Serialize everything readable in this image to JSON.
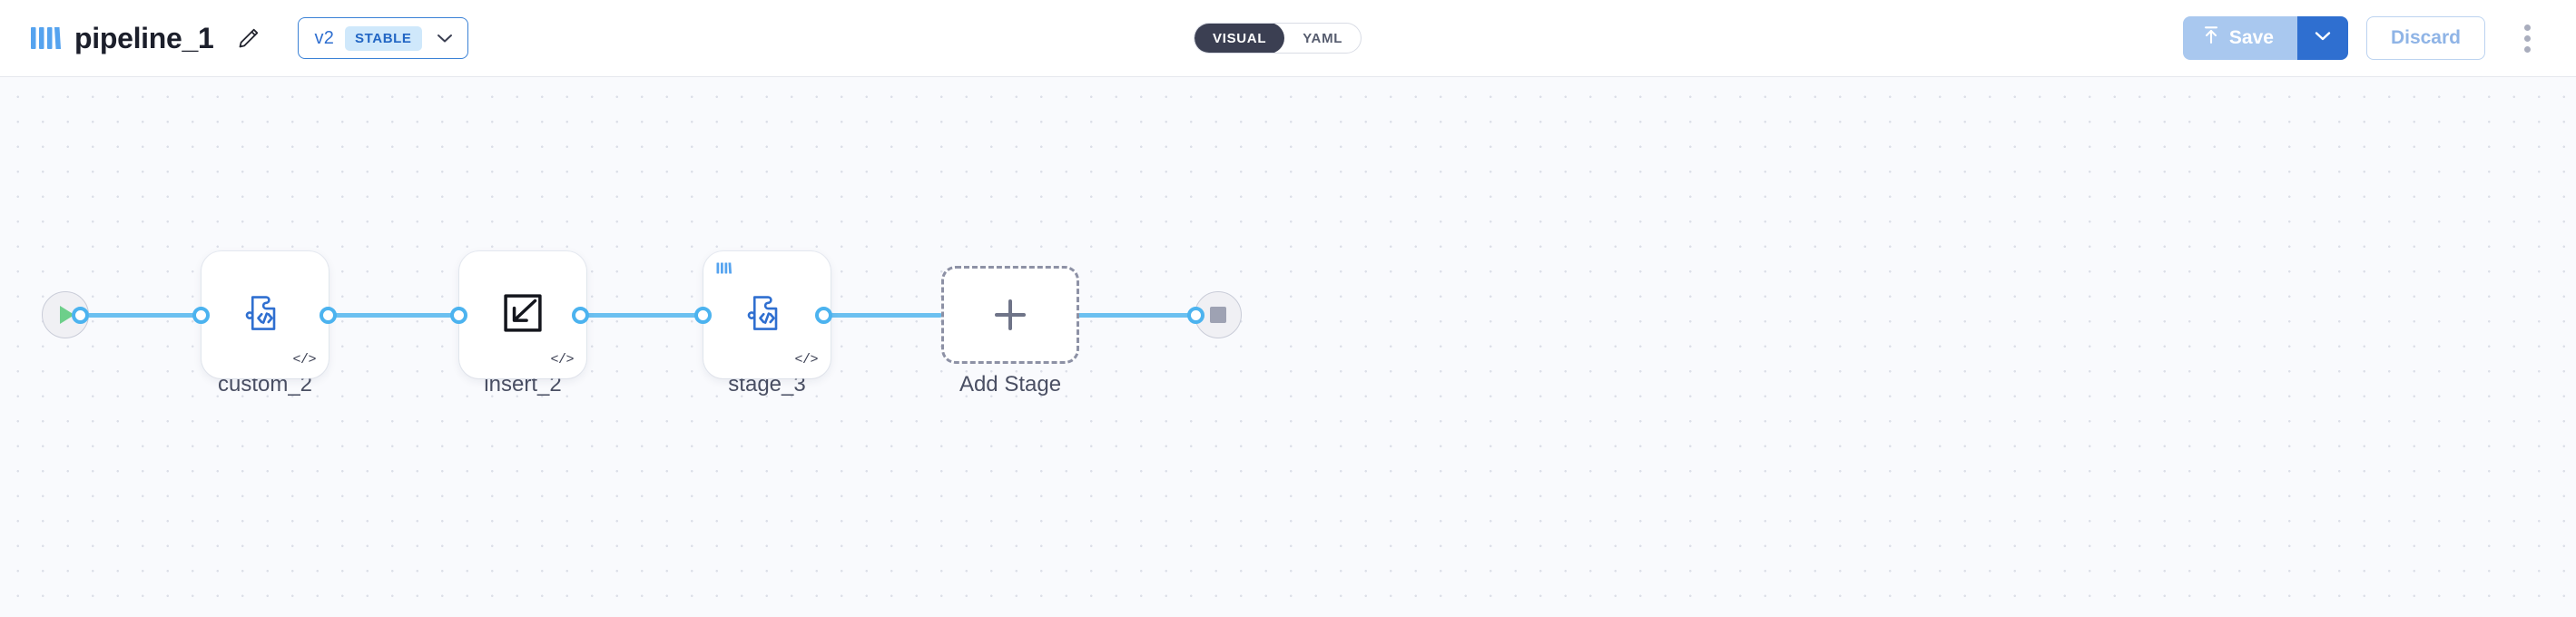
{
  "header": {
    "logo_icon": "bars-logo-icon",
    "title": "pipeline_1",
    "edit_icon": "pencil-icon",
    "version": {
      "label": "v2",
      "badge": "STABLE",
      "chevron_icon": "chevron-down-icon"
    },
    "mode_toggle": {
      "options": [
        {
          "label": "VISUAL",
          "active": true
        },
        {
          "label": "YAML",
          "active": false
        }
      ]
    },
    "actions": {
      "save_label": "Save",
      "save_icon": "upload-arrow-icon",
      "save_dropdown_icon": "chevron-down-icon",
      "discard_label": "Discard",
      "overflow_icon": "kebab-menu-icon"
    }
  },
  "canvas": {
    "start_node": {
      "name": "start",
      "icon": "play-icon"
    },
    "end_node": {
      "name": "end",
      "icon": "stop-icon"
    },
    "stages": [
      {
        "label": "custom_2",
        "icon": "puzzle-code-icon",
        "badge": "</>",
        "has_corner_logo": false
      },
      {
        "label": "insert_2",
        "icon": "insert-arrow-icon",
        "badge": "</>",
        "has_corner_logo": false
      },
      {
        "label": "stage_3",
        "icon": "puzzle-code-icon",
        "badge": "</>",
        "has_corner_logo": true
      }
    ],
    "add_stage": {
      "label": "Add Stage",
      "icon": "plus-icon"
    }
  },
  "colors": {
    "accent_blue": "#2f6fd0",
    "wire_blue": "#6cc0f0",
    "port_blue": "#4cb3ef",
    "badge_bg": "#cfe8fb",
    "toggle_active_bg": "#3b3f52",
    "canvas_bg": "#f9fafd",
    "start_green": "#6dcf8a",
    "end_gray": "#9ea2b3"
  }
}
